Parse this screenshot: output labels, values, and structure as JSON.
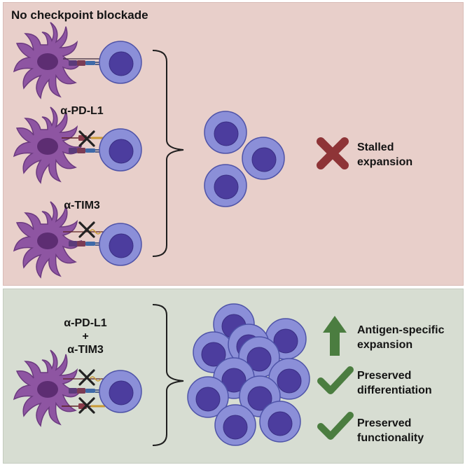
{
  "top_panel": {
    "title": "No checkpoint blockade",
    "condition_pdl1": "α-PD-L1",
    "condition_tim3": "α-TIM3",
    "outcome": {
      "line1": "Stalled",
      "line2": "expansion",
      "icon": "red-x-icon",
      "color": "#8e3437"
    }
  },
  "bottom_panel": {
    "combo_line1": "α-PD-L1",
    "combo_line2": "+",
    "combo_line3": "α-TIM3",
    "outcomes": [
      {
        "line1": "Antigen-specific",
        "line2": "expansion",
        "icon": "green-up-arrow-icon"
      },
      {
        "line1": "Preserved",
        "line2": "differentiation",
        "icon": "green-check-icon"
      },
      {
        "line1": "Preserved",
        "line2": "functionality",
        "icon": "green-check-icon"
      }
    ],
    "color": "#4b7d40"
  },
  "colors": {
    "top_background": "#e8cfca",
    "bottom_background": "#d7ddd2",
    "dendritic_cell": "#8e55a2",
    "t_cell": "#8b8fd8",
    "t_cell_nucleus": "#4c3d9e"
  }
}
